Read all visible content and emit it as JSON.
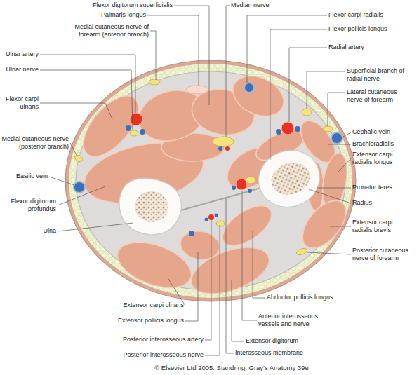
{
  "diagram": {
    "caption": "© Elsevier Ltd 2005. Standring: Gray's Anatomy 39e",
    "labels": [
      "Flexor digitorum superficialis",
      "Median nerve",
      "Palmaris longus",
      "Medial cutaneous nerve of forearm (anterior branch)",
      "Flexor carpi radialis",
      "Flexor pollicis longus",
      "Radial artery",
      "Ulnar artery",
      "Ulnar nerve",
      "Superficial branch of radial nerve",
      "Lateral cutaneous nerve of forearm",
      "Flexor carpi ulnaris",
      "Cephalic vein",
      "Medial cutaneous nerve (posterior branch)",
      "Brachioradialis",
      "Extensor carpi radialis longus",
      "Basilic vein",
      "Pronator teres",
      "Flexor digitorum profundus",
      "Radius",
      "Extensor carpi radialis brevis",
      "Ulna",
      "Posterior cutaneous nerve of forearm",
      "Abductor pollicis longus",
      "Extensor carpi ulnaris",
      "Anterior interosseous vessels and nerve",
      "Extensor pollicis longus",
      "Posterior interosseous artery",
      "Extensor digitorum",
      "Interosseous membrane",
      "Posterior interosseous nerve"
    ]
  }
}
